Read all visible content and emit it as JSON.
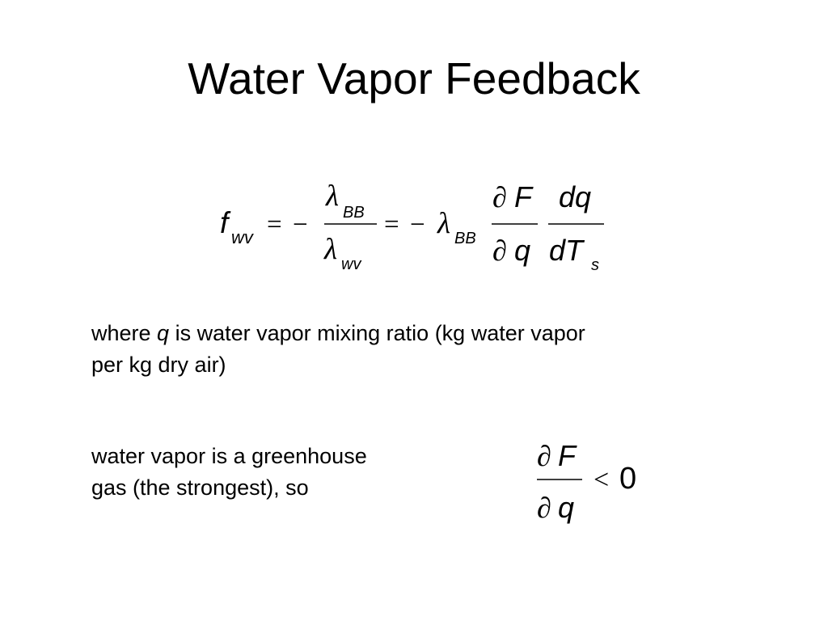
{
  "title": "Water Vapor Feedback",
  "equation_main": {
    "lhs_symbol": "f",
    "lhs_subscript": "wv",
    "equals": "=",
    "minus": "−",
    "lambda": "λ",
    "sub_bb": "BB",
    "sub_wv": "wv",
    "partial": "∂",
    "F": "F",
    "q": "q",
    "dq": "dq",
    "dT": "dT",
    "sub_s": "s"
  },
  "paragraph_1": {
    "before": "where ",
    "variable": "q",
    "line1_after": " is water vapor mixing ratio (kg water vapor",
    "line2": "per kg dry air)"
  },
  "paragraph_2": {
    "line1": "water vapor is a greenhouse",
    "line2": "gas (the strongest), so"
  },
  "equation_inequality": {
    "partial": "∂",
    "F": "F",
    "q": "q",
    "less_than": "<",
    "zero": "0"
  }
}
